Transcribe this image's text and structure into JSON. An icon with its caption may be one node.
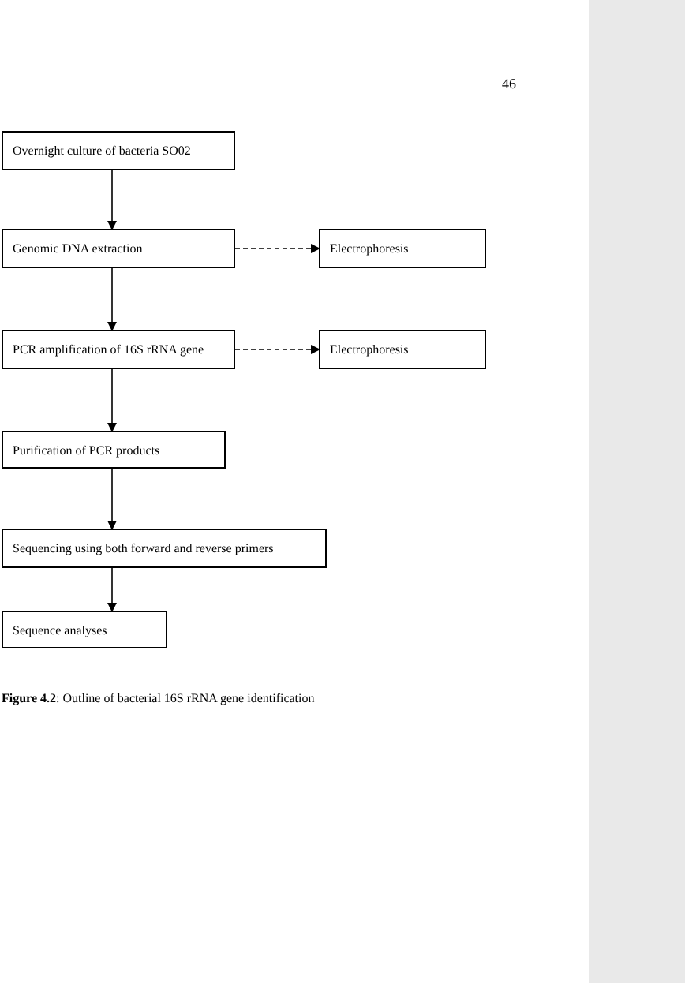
{
  "diagram": {
    "caption": "**Figure 4.2**: Outline of bacterial 16S rRNA gene identification",
    "nodes": [
      {
        "text": [
          "Overnight culture of bacteria SO02"
        ]
      },
      {
        "text": [
          "Genomic DNA extraction"
        ]
      },
      {
        "text": [
          "Electrophoresis"
        ]
      },
      {
        "text": [
          "PCR amplification of 16S rRNA gene"
        ]
      },
      {
        "text": [
          "Electrophoresis"
        ]
      },
      {
        "text": [
          "Purification of PCR products"
        ]
      },
      {
        "text": [
          "Sequencing using both forward and reverse primers"
        ]
      },
      {
        "text": [
          "Sequence analyses"
        ]
      }
    ],
    "edges": [
      {
        "from": 0,
        "to": 1,
        "arrow": "to"
      },
      {
        "from": 1,
        "to": 2,
        "arrow": "to",
        "style": "dashed"
      },
      {
        "from": 1,
        "to": 3,
        "arrow": "to"
      },
      {
        "from": 3,
        "to": 4,
        "arrow": "to",
        "style": "dashed"
      },
      {
        "from": 3,
        "to": 5,
        "arrow": "to"
      },
      {
        "from": 5,
        "to": 6,
        "arrow": "to"
      },
      {
        "from": 6,
        "to": 7,
        "arrow": "to"
      }
    ],
    "labels": [
      "46"
    ]
  }
}
